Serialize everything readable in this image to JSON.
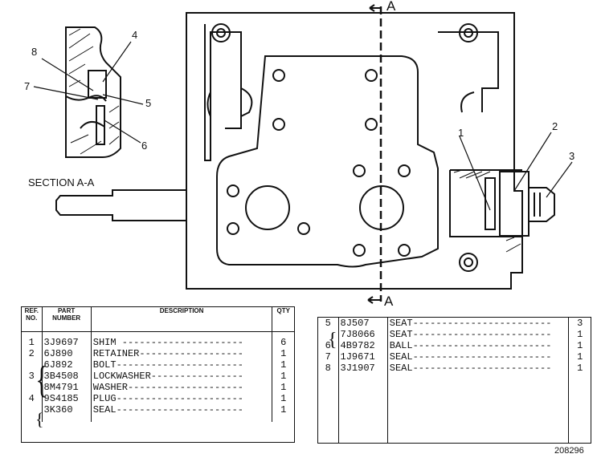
{
  "drawing": {
    "section_marker_top": "A",
    "section_marker_bottom": "A",
    "section_caption": "SECTION A-A",
    "callouts": {
      "c1": "1",
      "c2": "2",
      "c3": "3",
      "c4": "4",
      "c5": "5",
      "c6": "6",
      "c7": "7",
      "c8": "8"
    },
    "figure_number": "208296"
  },
  "left_table": {
    "headers": {
      "ref_line1": "REF.",
      "ref_line2": "NO.",
      "part_line1": "PART",
      "part_line2": "NUMBER",
      "desc": "DESCRIPTION",
      "qty": "QTY"
    },
    "rows": [
      {
        "ref": "1",
        "part": "3J9697",
        "desc": "SHIM",
        "qty": "6"
      },
      {
        "ref": "2",
        "part": "6J890",
        "desc": "RETAINER",
        "qty": "1"
      },
      {
        "ref": "",
        "part": "6J892",
        "desc": "BOLT",
        "qty": "1"
      },
      {
        "ref": "3",
        "part": "3B4508",
        "desc": "LOCKWASHER",
        "qty": "1"
      },
      {
        "ref": "",
        "part": "8M4791",
        "desc": "WASHER",
        "qty": "1"
      },
      {
        "ref": "4",
        "part": "9S4185",
        "desc": "PLUG",
        "qty": "1"
      },
      {
        "ref": "",
        "part": "3K360",
        "desc": "SEAL",
        "qty": "1"
      }
    ]
  },
  "right_table": {
    "rows": [
      {
        "ref": "5",
        "part": "8J507",
        "desc": "SEAT",
        "qty": "3"
      },
      {
        "ref": "",
        "part": "7J8066",
        "desc": "SEAT",
        "qty": "1"
      },
      {
        "ref": "6",
        "part": "4B9782",
        "desc": "BALL",
        "qty": "1"
      },
      {
        "ref": "7",
        "part": "1J9671",
        "desc": "SEAL",
        "qty": "1"
      },
      {
        "ref": "8",
        "part": "3J1907",
        "desc": "SEAL",
        "qty": "1"
      }
    ]
  }
}
